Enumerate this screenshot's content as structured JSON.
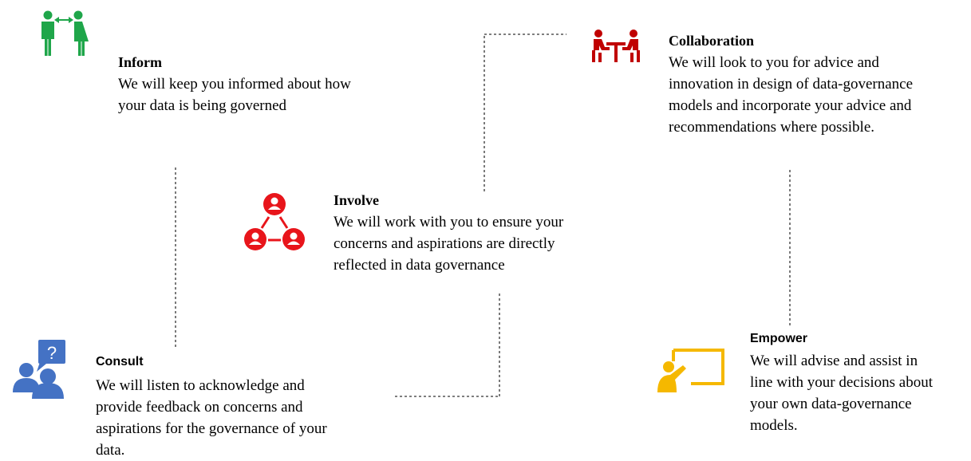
{
  "colors": {
    "inform": "#1fa64a",
    "involve": "#e8151b",
    "collaboration": "#c00000",
    "consult": "#4472c4",
    "empower": "#f5b800",
    "connector": "#333333"
  },
  "icons": {
    "inform": "two-people-arrow-icon",
    "involve": "network-people-icon",
    "collaboration": "meeting-table-icon",
    "consult": "question-chat-people-icon",
    "empower": "presentation-board-icon"
  },
  "inform": {
    "title": "Inform",
    "body": [
      "We will keep you informed about how",
      "your data is being governed"
    ]
  },
  "involve": {
    "title": "Involve",
    "body": [
      "We will work with you to ensure your",
      "concerns and aspirations are directly",
      "reflected in data governance"
    ]
  },
  "collaboration": {
    "title": "Collaboration",
    "body": [
      "We will look to you for advice and",
      "innovation in design of data-governance",
      "models and incorporate your advice and",
      "recommendations where possible."
    ]
  },
  "consult": {
    "title": "Consult",
    "body": [
      "We will listen to acknowledge and",
      "provide feedback on concerns and",
      "aspirations for the governance of your",
      "data."
    ]
  },
  "empower": {
    "title": "Empower",
    "body": [
      "We will advise and assist in",
      "line with your decisions about",
      "your own data-governance",
      "models."
    ]
  }
}
